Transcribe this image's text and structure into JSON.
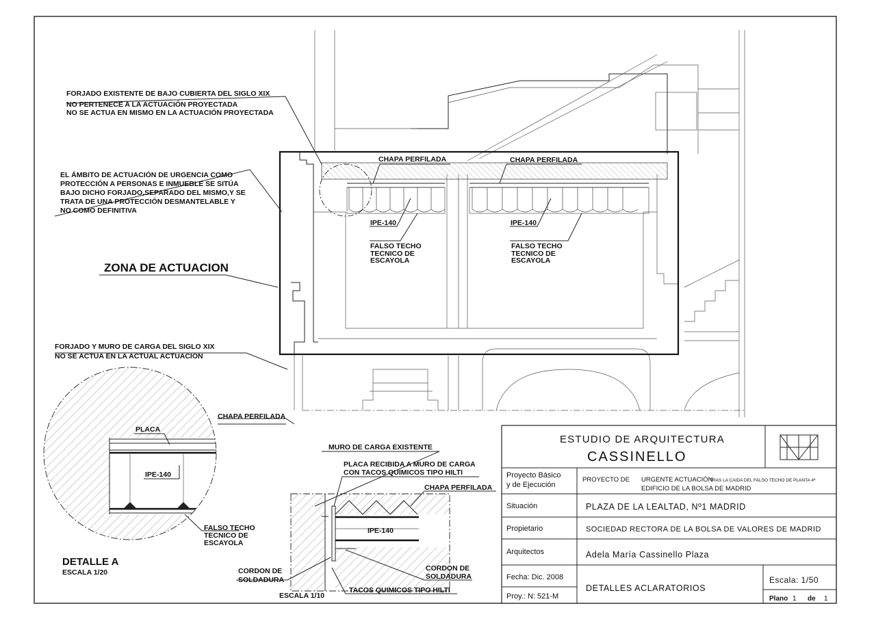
{
  "annotations": {
    "forjado_existente": {
      "line1": "FORJADO EXISTENTE  DE BAJO CUBIERTA DEL SIGLO XIX",
      "line2": "NO PERTENECE A LA  ACTUACIÓN PROYECTADA",
      "line3": "NO SE ACTUA EN MISMO EN LA ACTUACIÓN PROYECTADA"
    },
    "ambito": {
      "line1": "EL ÁMBITO DE ACTUACIÓN DE URGENCIA COMO",
      "line2": "PROTECCIÓN A PERSONAS E INMUEBLE SE SITÚA",
      "line3": "BAJO DICHO FORJADO,SEPARADO DEL MISMO,Y SE",
      "line4": "TRATA DE UNA PROTECCIÓN DESMANTELABLE Y",
      "line5": "NO COMO DEFINITIVA"
    },
    "zona": "ZONA DE ACTUACION",
    "chapa_perfilada_left": "CHAPA PERFILADA",
    "chapa_perfilada_right": "CHAPA PERFILADA",
    "ipe_left": "IPE-140",
    "ipe_right": "IPE-140",
    "falso_left": {
      "line1": "FALSO TECHO",
      "line2": "TECNICO DE",
      "line3": "ESCAYOLA"
    },
    "falso_right": {
      "line1": "FALSO TECHO",
      "line2": "TECNICO DE",
      "line3": "ESCAYOLA"
    },
    "forjado_muro": {
      "line1": "FORJADO Y MURO DE CARGA DEL SIGLO XIX",
      "line2": "NO SE ACTUA EN LA ACTUAL ACTUACION"
    }
  },
  "detail_a": {
    "chapa": "CHAPA PERFILADA",
    "placa": "PLACA",
    "ipe": "IPE-140",
    "falso": {
      "line1": "FALSO TECHO",
      "line2": "TECNICO DE",
      "line3": "ESCAYOLA"
    },
    "title": "DETALLE A",
    "scale": "ESCALA 1/20"
  },
  "detail_b": {
    "muro": "MURO DE CARGA EXISTENTE",
    "placa1": "PLACA RECIBIDA A MURO DE CARGA",
    "placa2": "CON TACOS QUIMICOS TIPO HILTI",
    "chapa": "CHAPA PERFILADA",
    "ipe": "IPE-140",
    "cordon_left": {
      "line1": "CORDON DE",
      "line2": "SOLDADURA"
    },
    "cordon_right": {
      "line1": "CORDON DE",
      "line2": "SOLDADURA"
    },
    "tacos": "TACOS QUIMICOS TIPO HILTI",
    "scale": "ESCALA 1/10"
  },
  "title_block": {
    "studio": "ESTUDIO DE ARQUITECTURA",
    "name": "CASSINELLO",
    "proyecto_label_1": "Proyecto Básico",
    "proyecto_label_2": "y de Ejecución",
    "proyecto_de": "PROYECTO DE",
    "proyecto_main": "URGENTE ACTUACIÓN",
    "proyecto_tail": "TRAS LA CAIDA DEL FALSO TECHO DE PLANTA 4ª",
    "proyecto_line2": "EDIFICIO DE LA BOLSA DE MADRID",
    "situacion_label": "Situación",
    "situacion": "PLAZA DE LA LEALTAD,  Nº1    MADRID",
    "propietario_label": "Propietario",
    "propietario": "SOCIEDAD RECTORA DE LA BOLSA DE VALORES DE MADRID",
    "arquitectos_label": "Arquitectos",
    "arquitectos": "Adela María   Cassinello Plaza",
    "fecha": "Fecha: Dic. 2008",
    "proy": "Proy.: N: 521-M",
    "detalles": "DETALLES ACLARATORIOS",
    "escala": "Escala:  1/50",
    "plano_label": "Plano",
    "plano_num": "1",
    "de_label": "de",
    "plano_total": "1"
  }
}
